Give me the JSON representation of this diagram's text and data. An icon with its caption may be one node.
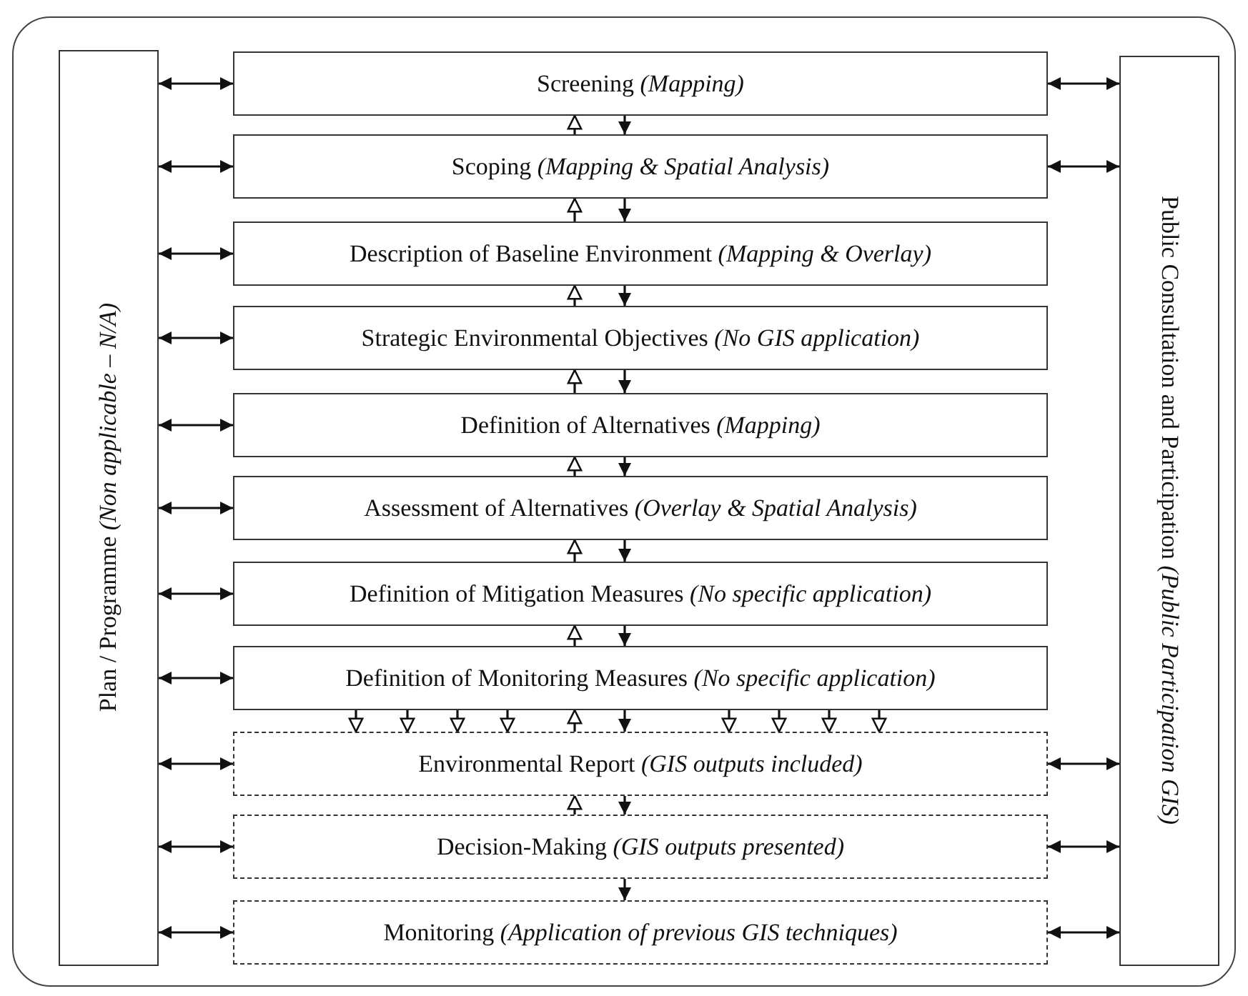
{
  "diagram": {
    "nodes": [
      {
        "text": [
          "Plan / Programme *(Non applicable – N/A)*"
        ]
      },
      {
        "text": [
          "Public Consultation and Participation *(Public Participation GIS)*"
        ]
      },
      {
        "text": [
          "Screening *(Mapping)*"
        ]
      },
      {
        "text": [
          "Scoping *(Mapping & Spatial Analysis)*"
        ]
      },
      {
        "text": [
          "Description of Baseline Environment *(Mapping & Overlay)*"
        ]
      },
      {
        "text": [
          "Strategic Environmental Objectives *(No GIS application)*"
        ]
      },
      {
        "text": [
          "Definition of Alternatives *(Mapping)*"
        ]
      },
      {
        "text": [
          "Assessment of Alternatives *(Overlay & Spatial Analysis)*"
        ]
      },
      {
        "text": [
          "Definition of Mitigation Measures *(No specific application)*"
        ]
      },
      {
        "text": [
          "Definition of Monitoring Measures *(No specific application)*"
        ]
      },
      {
        "text": [
          "Environmental Report *(GIS outputs included)*"
        ]
      },
      {
        "text": [
          "Decision-Making *(GIS outputs presented)*"
        ]
      },
      {
        "text": [
          "Monitoring *(Application of previous GIS techniques)*"
        ]
      }
    ],
    "edges": [
      {
        "from": 0,
        "to": 2,
        "arrow": "both"
      },
      {
        "from": 0,
        "to": 3,
        "arrow": "both"
      },
      {
        "from": 0,
        "to": 4,
        "arrow": "both"
      },
      {
        "from": 0,
        "to": 5,
        "arrow": "both"
      },
      {
        "from": 0,
        "to": 6,
        "arrow": "both"
      },
      {
        "from": 0,
        "to": 7,
        "arrow": "both"
      },
      {
        "from": 0,
        "to": 8,
        "arrow": "both"
      },
      {
        "from": 0,
        "to": 9,
        "arrow": "both"
      },
      {
        "from": 0,
        "to": 10,
        "arrow": "both"
      },
      {
        "from": 0,
        "to": 11,
        "arrow": "both"
      },
      {
        "from": 0,
        "to": 12,
        "arrow": "both"
      },
      {
        "from": 2,
        "to": 1,
        "arrow": "both"
      },
      {
        "from": 3,
        "to": 1,
        "arrow": "both"
      },
      {
        "from": 10,
        "to": 1,
        "arrow": "both"
      },
      {
        "from": 11,
        "to": 1,
        "arrow": "both"
      },
      {
        "from": 12,
        "to": 1,
        "arrow": "both"
      },
      {
        "from": 2,
        "to": 3,
        "arrow": "to"
      },
      {
        "from": 3,
        "to": 2,
        "arrow": "to"
      },
      {
        "from": 3,
        "to": 4,
        "arrow": "to"
      },
      {
        "from": 4,
        "to": 3,
        "arrow": "to"
      },
      {
        "from": 4,
        "to": 5,
        "arrow": "to"
      },
      {
        "from": 5,
        "to": 4,
        "arrow": "to"
      },
      {
        "from": 5,
        "to": 6,
        "arrow": "to"
      },
      {
        "from": 6,
        "to": 5,
        "arrow": "to"
      },
      {
        "from": 6,
        "to": 7,
        "arrow": "to"
      },
      {
        "from": 7,
        "to": 6,
        "arrow": "to"
      },
      {
        "from": 7,
        "to": 8,
        "arrow": "to"
      },
      {
        "from": 8,
        "to": 7,
        "arrow": "to"
      },
      {
        "from": 8,
        "to": 9,
        "arrow": "to"
      },
      {
        "from": 9,
        "to": 8,
        "arrow": "to"
      },
      {
        "from": 9,
        "to": 10,
        "arrow": "to"
      },
      {
        "from": 10,
        "to": 9,
        "arrow": "to"
      },
      {
        "from": 10,
        "to": 11,
        "arrow": "to"
      },
      {
        "from": 11,
        "to": 10,
        "arrow": "to"
      },
      {
        "from": 11,
        "to": 12,
        "arrow": "to"
      },
      {
        "from": 9,
        "to": 10,
        "arrow": "to"
      },
      {
        "from": 9,
        "to": 10,
        "arrow": "to"
      },
      {
        "from": 9,
        "to": 10,
        "arrow": "to"
      },
      {
        "from": 9,
        "to": 10,
        "arrow": "to"
      },
      {
        "from": 9,
        "to": 10,
        "arrow": "to"
      },
      {
        "from": 9,
        "to": 10,
        "arrow": "to"
      },
      {
        "from": 9,
        "to": 10,
        "arrow": "to"
      },
      {
        "from": 9,
        "to": 10,
        "arrow": "to"
      }
    ]
  }
}
